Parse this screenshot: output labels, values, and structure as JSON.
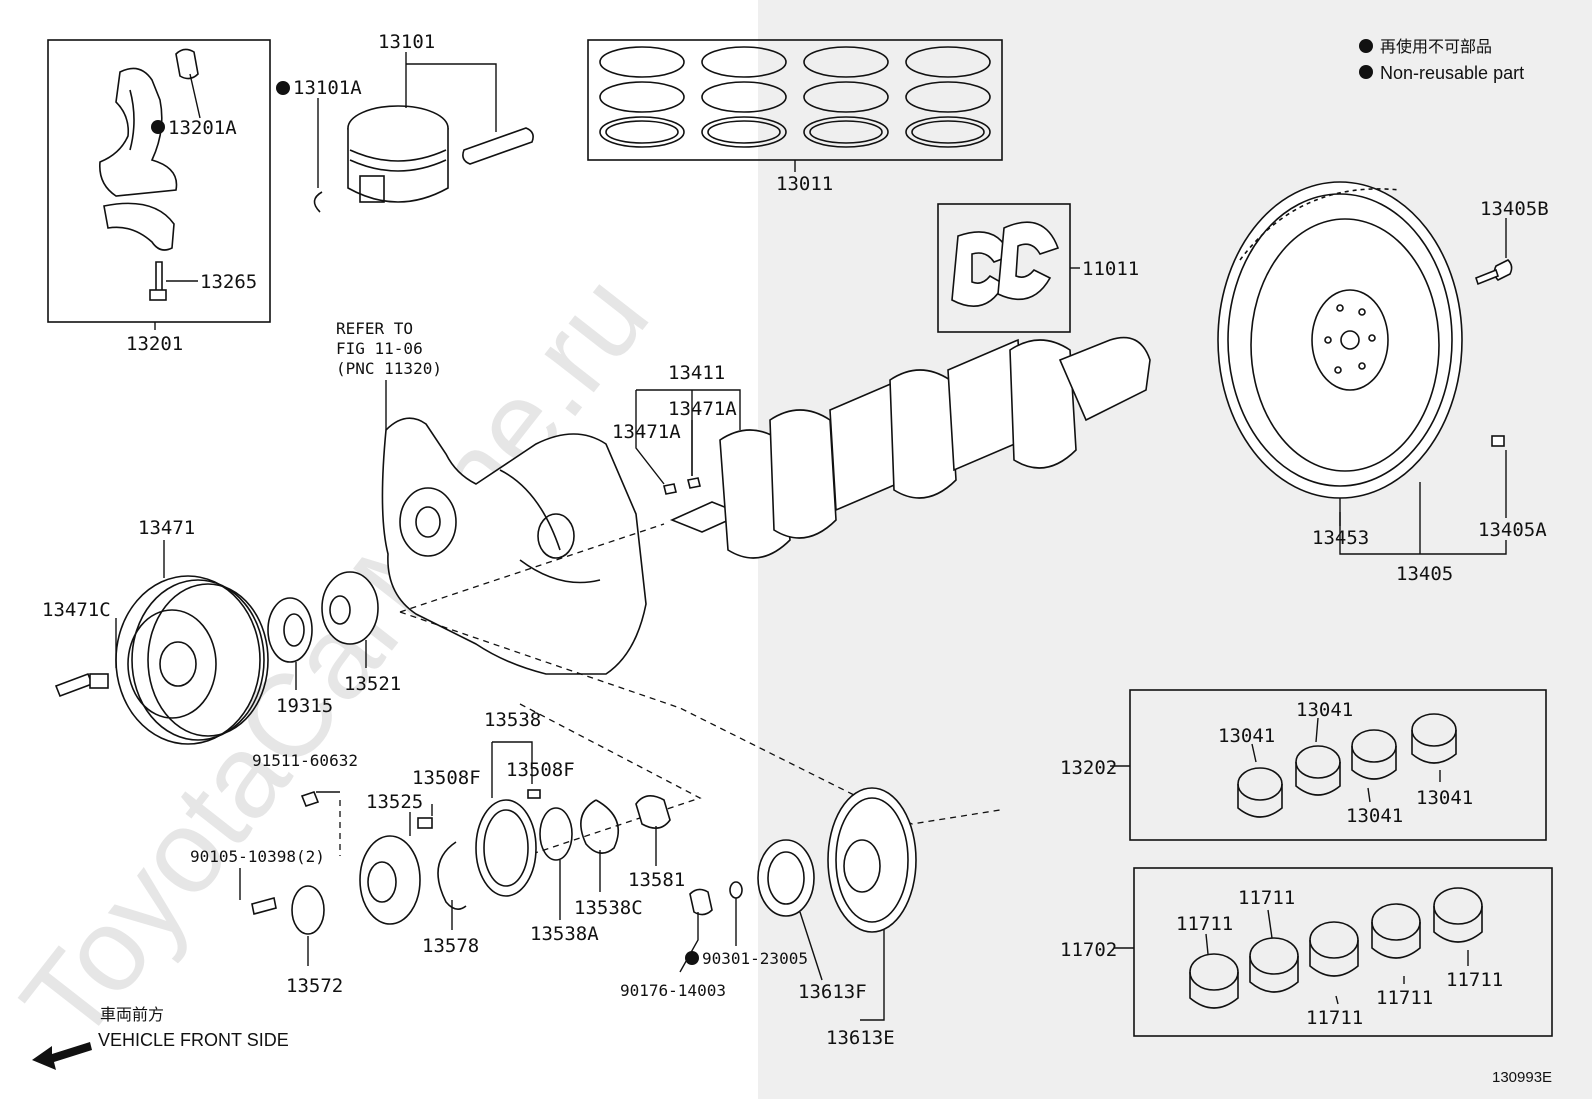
{
  "legend": {
    "jp": "再使用不可部品",
    "en": "Non-reusable part"
  },
  "watermark": "ToyotaCarMine.ru",
  "diagram_code": "130993E",
  "direction": {
    "jp": "車両前方",
    "en": "VEHICLE FRONT SIDE"
  },
  "refer_note": {
    "line1": "REFER TO",
    "line2": "FIG 11-06",
    "line3": "(PNC 11320)"
  },
  "labels": {
    "p13101": "13101",
    "p13101A": "13101A",
    "p13201A": "13201A",
    "p13265": "13265",
    "p13201": "13201",
    "p13011": "13011",
    "p11011": "11011",
    "p13405B": "13405B",
    "p13411": "13411",
    "p13471A_1": "13471A",
    "p13471A_2": "13471A",
    "p13471": "13471",
    "p13471C": "13471C",
    "p19315": "19315",
    "p13521": "13521",
    "p13453": "13453",
    "p13405A": "13405A",
    "p13405": "13405",
    "p13538": "13538",
    "p91511": "91511-60632",
    "p13508F_1": "13508F",
    "p13508F_2": "13508F",
    "p13525": "13525",
    "p90105": "90105-10398(2)",
    "p13578": "13578",
    "p13538A": "13538A",
    "p13538C": "13538C",
    "p13581": "13581",
    "p13572": "13572",
    "p90301": "90301-23005",
    "p90176": "90176-14003",
    "p13613F": "13613F",
    "p13613E": "13613E",
    "p13202": "13202",
    "p13041_1": "13041",
    "p13041_2": "13041",
    "p13041_3": "13041",
    "p13041_4": "13041",
    "p11702": "11702",
    "p11711_1": "11711",
    "p11711_2": "11711",
    "p11711_3": "11711",
    "p11711_4": "11711",
    "p11711_5": "11711"
  },
  "colors": {
    "line": "#111111",
    "shade": "#efefef"
  }
}
